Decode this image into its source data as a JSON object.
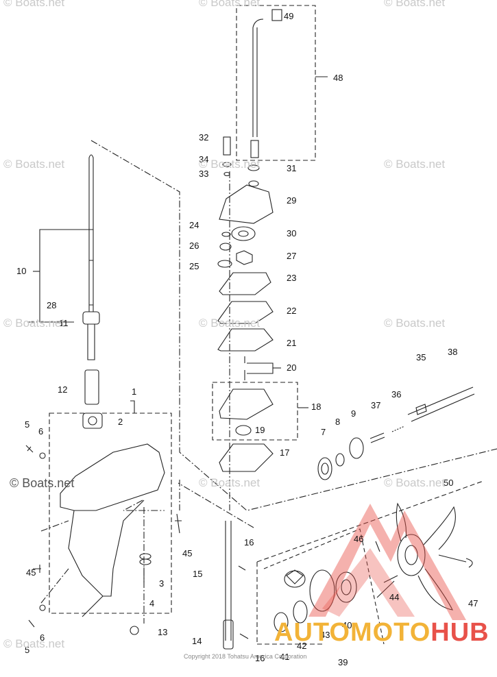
{
  "watermark": "© Boats.net",
  "watermark_main": "© Boats.net",
  "copyright": "Copyright 2018 Tohatsu America Corporation",
  "brand": {
    "part1": "AUTO",
    "part2": "MOTO",
    "part3": "HUB",
    "color_a": "#f2b338",
    "color_b": "#e8524a"
  },
  "callouts": [
    "49",
    "48",
    "32",
    "34",
    "31",
    "33",
    "29",
    "24",
    "30",
    "26",
    "27",
    "25",
    "23",
    "22",
    "21",
    "20",
    "18",
    "19",
    "17",
    "10",
    "28",
    "11",
    "12",
    "1",
    "2",
    "5",
    "6",
    "35",
    "38",
    "36",
    "37",
    "9",
    "8",
    "7",
    "50",
    "45",
    "16",
    "15",
    "46",
    "44",
    "47",
    "3",
    "4",
    "40",
    "43",
    "42",
    "41",
    "39",
    "13",
    "14"
  ]
}
